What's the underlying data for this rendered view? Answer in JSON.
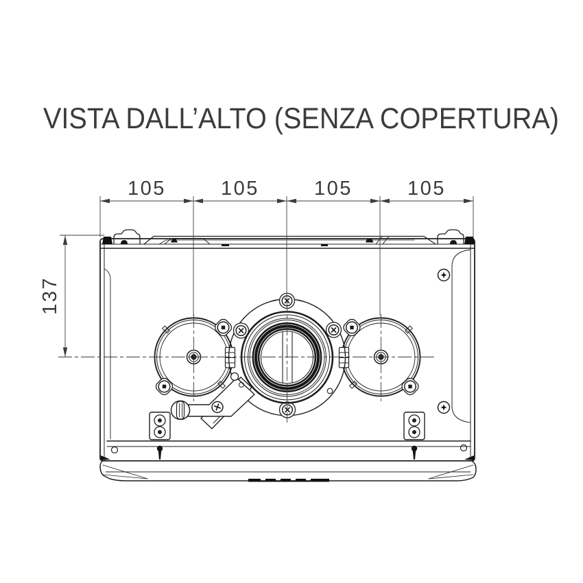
{
  "title": "VISTA DALL’ALTO (SENZA COPERTURA)",
  "dimensions": {
    "top_segments": [
      "105",
      "105",
      "105",
      "105"
    ],
    "left_height": "137"
  },
  "colors": {
    "line": "#1f1f1f",
    "dim_line": "#3c3c3c",
    "text": "#3a3a3a",
    "background": "#ffffff"
  }
}
